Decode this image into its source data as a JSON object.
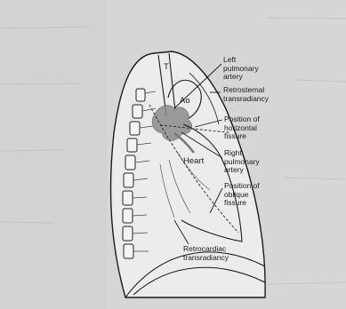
{
  "diagram": {
    "labels": {
      "left_pulmonary_artery": "Left\npulmonary\nartery",
      "retrosternal_transradiancy": "Retrosternal\ntransradiancy",
      "horizontal_fissure": "Position of\nhorizontal\nfissure",
      "right_pulmonary_artery": "Right\npulmonary\nartery",
      "oblique_fissure": "Position of\noblique\nfissure",
      "retrocardiac_transradiancy": "Retrocardiac\ntransradiancy"
    },
    "inner_labels": {
      "trachea": "T",
      "aorta": "Ao",
      "heart": "Heart"
    }
  }
}
